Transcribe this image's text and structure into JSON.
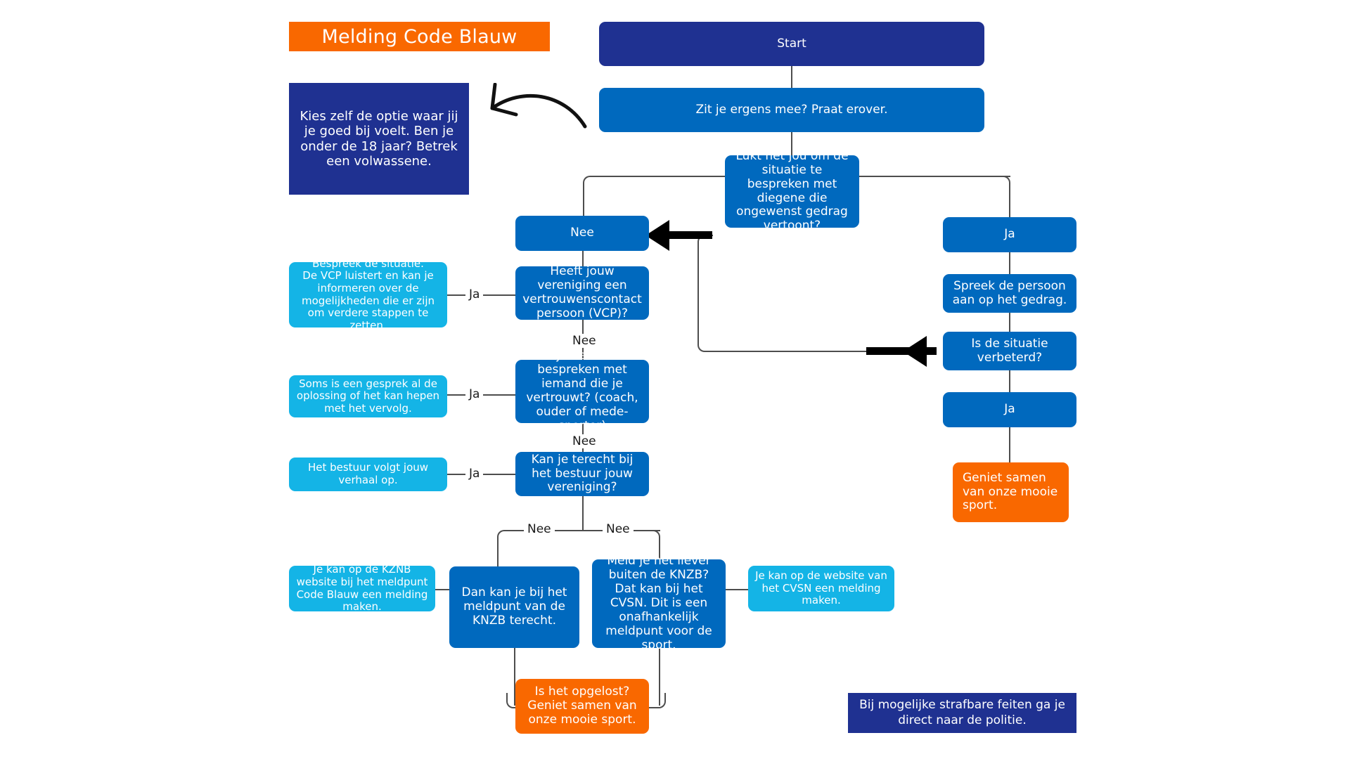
{
  "title": {
    "text": "Melding Code Blauw",
    "background": "#f96800",
    "color": "#ffffff"
  },
  "intro_note": {
    "text": "Kies zelf de optie waar jij je goed bij voelt. Ben je onder de 18 jaar? Betrek een volwassene.",
    "background": "#1f3191"
  },
  "police_note": {
    "text": "Bij mogelijke strafbare feiten ga je direct naar de politie.",
    "background": "#1f3191"
  },
  "palette": {
    "navy": "#1f3191",
    "blue": "#0069be",
    "cyan": "#14b4e6",
    "orange": "#f96800",
    "connector": "#4d4d4d",
    "arrow": "#000000",
    "page": "#ffffff"
  },
  "nodes": {
    "start": "Start",
    "praat_erover": "Zit je ergens mee? Praat erover.",
    "lukt_bespreken": "Lukt het jou om de situatie te bespreken met diegene die ongewenst gedrag vertoont?",
    "nee_left": "Nee",
    "ja_right": "Ja",
    "vcp_vraag": "Heeft jouw vereniging een vertrouwenscontact persoon (VCP)?",
    "vcp_info": "Bespreek de situatie.\nDe VCP luistert en kan je informeren over de mogelijkheden die er zijn om verdere stappen te zetten.",
    "vertrouwd_vraag": "Kan je de situatie bespreken met iemand die je vertrouwt? (coach, ouder of mede-sporter)",
    "vertrouwd_info": "Soms is een gesprek al de oplossing of het kan hepen met het vervolg.",
    "bestuur_vraag": "Kan je terecht bij het bestuur jouw vereniging?",
    "bestuur_info": "Het bestuur volgt jouw verhaal op.",
    "knzb_meldpunt": "Dan kan je bij het meldpunt van de KNZB terecht.",
    "knzb_info": "Je kan op de KZNB website bij het meldpunt Code Blauw een melding maken.",
    "cvsn_meldpunt": "Meld je het liever buiten de KNZB? Dat kan bij het CVSN. Dit is een onafhankelijk meldpunt voor de sport.",
    "cvsn_info": "Je kan op de website van het CVSN een melding maken.",
    "opgelost_sport": "Is het opgelost? Geniet samen van onze mooie sport.",
    "spreek_persoon": "Spreek de persoon aan op het gedrag.",
    "situatie_verbeterd": "Is de situatie verbeterd?",
    "ja_verbeterd": "Ja",
    "geniet_sport": "Geniet samen van onze mooie sport."
  },
  "edge_labels": {
    "ja_vcp": "Ja",
    "nee_vcp": "Nee",
    "ja_vertrouwd": "Ja",
    "nee_vertrouwd": "Nee",
    "ja_bestuur": "Ja",
    "nee_bestuur_left": "Nee",
    "nee_bestuur_right": "Nee"
  },
  "icons": {
    "hand_drawn_arrow": "curved-arrow-icon"
  }
}
